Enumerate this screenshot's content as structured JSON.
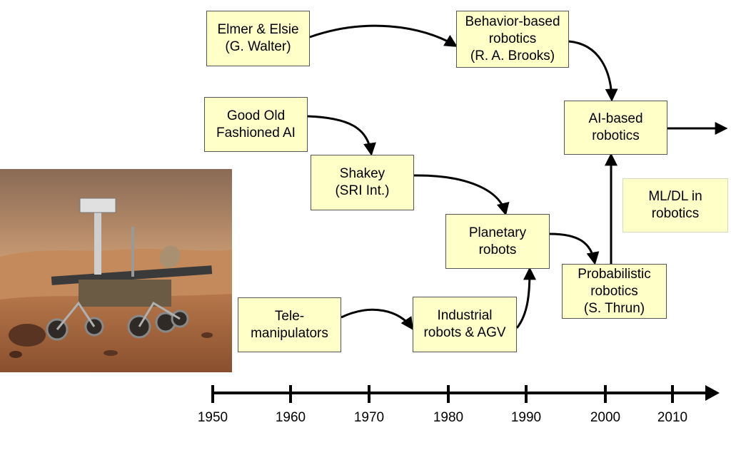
{
  "diagram": {
    "nodes": {
      "elmer": "Elmer & Elsie\n(G. Walter)",
      "behavior": "Behavior-based\nrobotics\n(R. A. Brooks)",
      "gofai": "Good Old\nFashioned AI",
      "ai_based": "AI-based\nrobotics",
      "shakey": "Shakey\n(SRI Int.)",
      "mldl": "ML/DL in\nrobotics",
      "planetary": "Planetary\nrobots",
      "probabilistic": "Probabilistic\nrobotics\n(S. Thrun)",
      "tele": "Tele-\nmanipulators",
      "industrial": "Industrial\nrobots & AGV"
    },
    "timeline": {
      "years": [
        "1950",
        "1960",
        "1970",
        "1980",
        "1990",
        "2000",
        "2010"
      ]
    },
    "colors": {
      "box_fill": "#ffffc8",
      "arrow": "#000000"
    },
    "image": {
      "subject": "mars-rover-photo"
    }
  }
}
